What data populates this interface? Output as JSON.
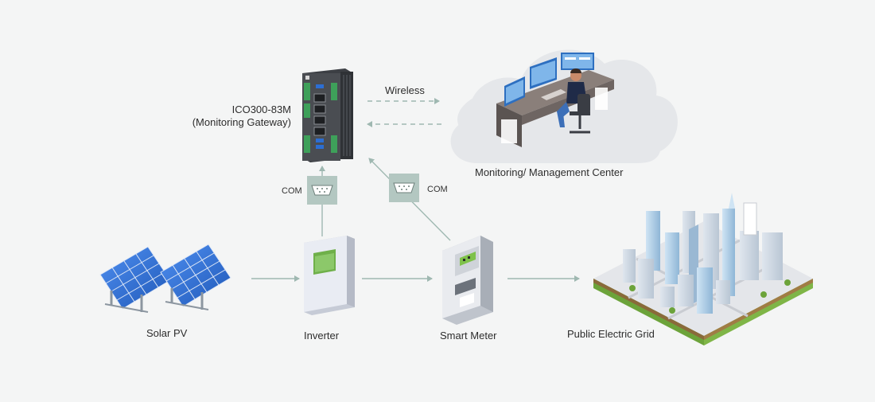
{
  "nodes": {
    "gateway": {
      "name": "ICO300-83M",
      "subtitle": "(Monitoring Gateway)"
    },
    "center": {
      "name": "Monitoring/ Management Center"
    },
    "solar": {
      "name": "Solar PV"
    },
    "inverter": {
      "name": "Inverter"
    },
    "meter": {
      "name": "Smart Meter"
    },
    "grid": {
      "name": "Public Electric Grid"
    }
  },
  "links": {
    "wireless": "Wireless",
    "com_left": "COM",
    "com_right": "COM"
  },
  "colors": {
    "background": "#f4f5f5",
    "arrow": "#9fb8b1",
    "com_box": "#b3c7c1",
    "cloud": "#e5e7ea",
    "solar_cell": "#2f6fd6",
    "gateway_body": "#4a4d52",
    "grass": "#6ca33a"
  },
  "icons": [
    "solar-panel-icon",
    "inverter-icon",
    "smart-meter-icon",
    "gateway-device-icon",
    "operator-workstation-icon",
    "city-grid-icon",
    "serial-port-icon"
  ]
}
